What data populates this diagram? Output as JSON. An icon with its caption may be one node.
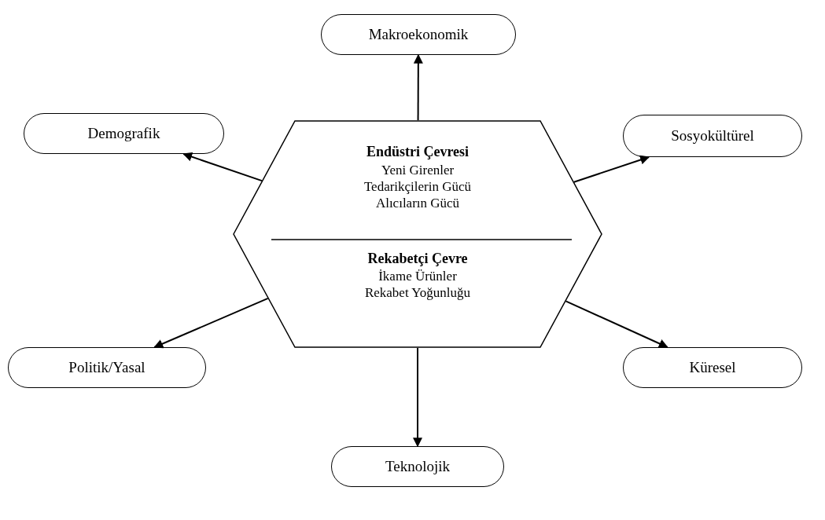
{
  "diagram": {
    "nodes": [
      {
        "text": [
          "Makroekonomik"
        ]
      },
      {
        "text": [
          "Demografik"
        ]
      },
      {
        "text": [
          "Sosyokültürel"
        ]
      },
      {
        "text": [
          "Endüstri Çevresi",
          "Yeni Girenler",
          "Tedarikçilerin Gücü",
          "Alıcıların Gücü",
          "Rekabetçi Çevre",
          "İkame Ürünler",
          "Rekabet Yoğunluğu"
        ]
      },
      {
        "text": [
          "Politik/Yasal"
        ]
      },
      {
        "text": [
          "Küresel"
        ]
      },
      {
        "text": [
          "Teknolojik"
        ]
      }
    ],
    "edges": [
      {
        "from": 3,
        "to": 0,
        "arrow": "to"
      },
      {
        "from": 3,
        "to": 1,
        "arrow": "to"
      },
      {
        "from": 3,
        "to": 2,
        "arrow": "to"
      },
      {
        "from": 3,
        "to": 4,
        "arrow": "to"
      },
      {
        "from": 3,
        "to": 5,
        "arrow": "to"
      },
      {
        "from": 3,
        "to": 6,
        "arrow": "to"
      }
    ]
  }
}
